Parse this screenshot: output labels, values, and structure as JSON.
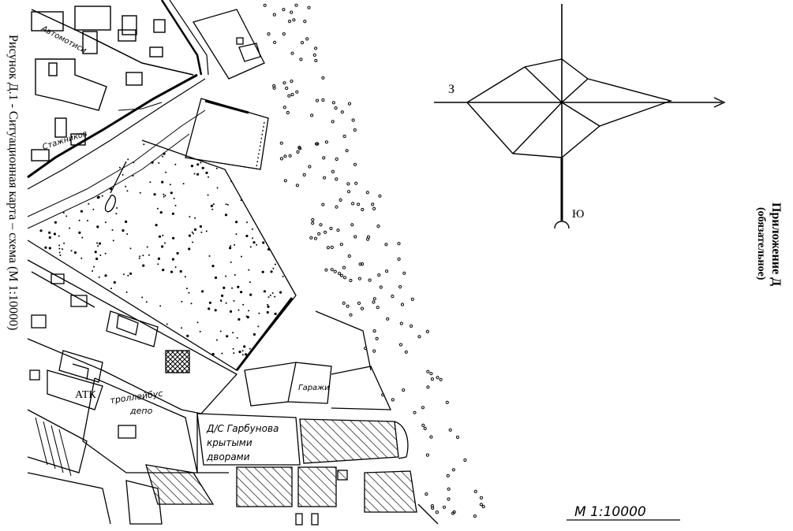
{
  "appendix": {
    "title": "Приложение Д",
    "subtitle": "(обязательное)"
  },
  "figure_caption": "Рисунок Д.1 - Ситуационная карта – схема (М 1:10000)",
  "scale_label": "М 1:10000",
  "compass": {
    "west_label": "З",
    "south_label": "Ю"
  },
  "map_labels": {
    "street_1": "Автомотиси",
    "street_2": "Стажников",
    "atk": "АТК",
    "depot_1": "троллейбус",
    "depot_2": "депо",
    "garages": "Гаражи",
    "block_1": "Д/С Гарбунова",
    "block_2": "крытыми",
    "block_3": "дворами"
  },
  "colors": {
    "ink": "#000000",
    "paper": "#ffffff"
  }
}
